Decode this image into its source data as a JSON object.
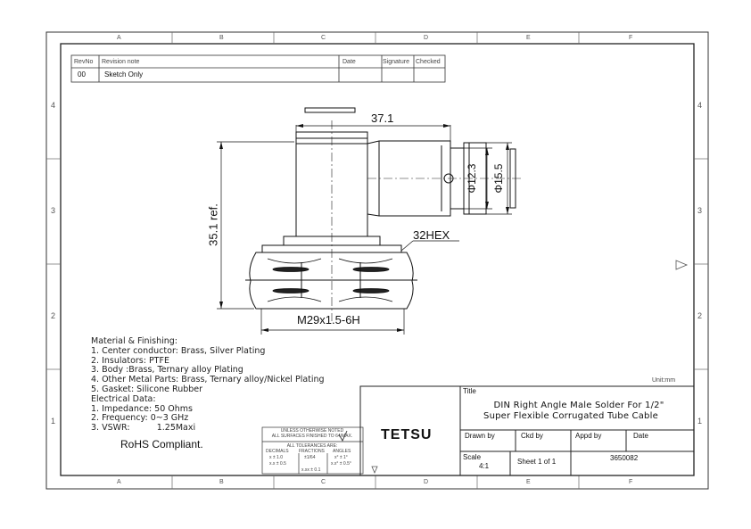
{
  "zones": {
    "cols": [
      "A",
      "B",
      "C",
      "D",
      "E",
      "F"
    ],
    "rows": [
      "4",
      "3",
      "2",
      "1"
    ]
  },
  "revision": {
    "headers": {
      "rev": "RevNo",
      "note": "Revision note",
      "date": "Date",
      "signature": "Signature",
      "checked": "Checked"
    },
    "row": {
      "rev": "00",
      "note": "Sketch Only"
    }
  },
  "dimensions": {
    "width": "37.1",
    "dia_inner": "Φ12.3",
    "dia_outer": "Φ15.5",
    "height": "35.1 ref.",
    "hex": "32HEX",
    "thread": "M29x1.5-6H"
  },
  "notes": {
    "lines": [
      "Material & Finishing:",
      "1. Center conductor: Brass, Silver Plating",
      "2. Insulators: PTFE",
      "3. Body :Brass, Ternary alloy Plating",
      "4. Other Metal Parts: Brass, Ternary alloy/Nickel Plating",
      "5. Gasket: Silicone Rubber",
      "Electrical Data:",
      "1. Impedance: 50 Ohms",
      "2. Frequency: 0~3 GHz",
      "3. VSWR:          1.25Maxi"
    ],
    "rohs": "RoHS Compliant."
  },
  "tolerance": {
    "line1": "UNLESS OTHERWISE NOTED",
    "line2": "ALL SURFACES FINISHED TO 64/MAX.",
    "header": "ALL TOLERANCES ARE:",
    "col_decimals": "DECIMALS",
    "col_fractions": "FRACTIONS",
    "col_angles": "ANGLES",
    "dec1": "x ± 1.0",
    "dec2": "x.x ± 0.5",
    "dec3": "x.xx ± 0.1",
    "frac": "±1/64",
    "ang1": "x° ± 1°",
    "ang2": "x.x° ± 0.5°"
  },
  "title_block": {
    "unit": "Unit:mm",
    "title_label": "Title",
    "title_line1": "DIN Right Angle Male Solder For 1/2\"",
    "title_line2": "Super Flexible Corrugated Tube Cable",
    "company": "TETSU",
    "drawn_by": "Drawn by",
    "ckd_by": "Ckd by",
    "appd_by": "Appd by",
    "date": "Date",
    "scale_label": "Scale",
    "scale_value": "4:1",
    "sheet": "Sheet 1 of 1",
    "part_no": "3650082"
  }
}
